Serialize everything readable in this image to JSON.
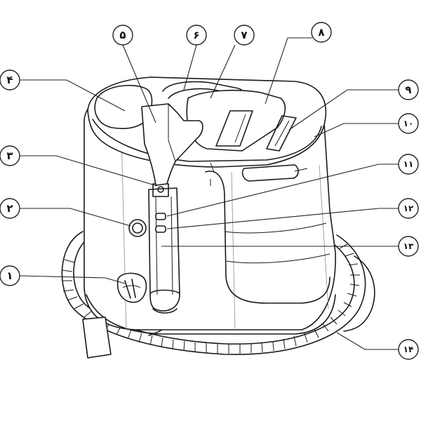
{
  "callouts": [
    {
      "id": "1",
      "label": "۱"
    },
    {
      "id": "2",
      "label": "۲"
    },
    {
      "id": "3",
      "label": "۳"
    },
    {
      "id": "4",
      "label": "۴"
    },
    {
      "id": "5",
      "label": "۵"
    },
    {
      "id": "6",
      "label": "۶"
    },
    {
      "id": "7",
      "label": "۷"
    },
    {
      "id": "8",
      "label": "۸"
    },
    {
      "id": "9",
      "label": "۹"
    },
    {
      "id": "10",
      "label": "۱۰"
    },
    {
      "id": "11",
      "label": "۱۱"
    },
    {
      "id": "12",
      "label": "۱۲"
    },
    {
      "id": "13",
      "label": "۱۳"
    },
    {
      "id": "14",
      "label": "۱۴"
    }
  ]
}
